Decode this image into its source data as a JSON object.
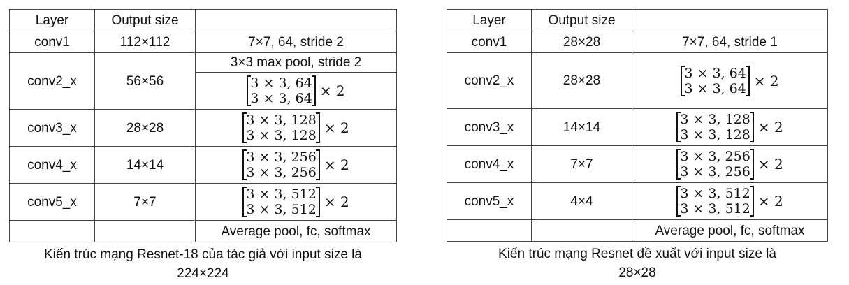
{
  "left": {
    "header": {
      "layer": "Layer",
      "output": "Output size",
      "spec": ""
    },
    "rows": {
      "conv1": {
        "layer": "conv1",
        "output": "112×112",
        "spec": "7×7, 64, stride 2"
      },
      "conv2": {
        "layer": "conv2_x",
        "output": "56×56",
        "pool": "3×3 max pool, stride 2",
        "line1": "3 × 3, 64",
        "line2": "3 × 3, 64",
        "mult": "× 2"
      },
      "conv3": {
        "layer": "conv3_x",
        "output": "28×28",
        "line1": "3 × 3, 128",
        "line2": "3 × 3, 128",
        "mult": "× 2"
      },
      "conv4": {
        "layer": "conv4_x",
        "output": "14×14",
        "line1": "3 × 3, 256",
        "line2": "3 × 3, 256",
        "mult": "× 2"
      },
      "conv5": {
        "layer": "conv5_x",
        "output": "7×7",
        "line1": "3 × 3, 512",
        "line2": "3 × 3, 512",
        "mult": "× 2"
      },
      "final": {
        "spec": "Average pool, fc, softmax"
      }
    },
    "caption_line1": "Kiến trúc mạng Resnet-18 của tác giả với input size là",
    "caption_line2": "224×224"
  },
  "right": {
    "header": {
      "layer": "Layer",
      "output": "Output size",
      "spec": ""
    },
    "rows": {
      "conv1": {
        "layer": "conv1",
        "output": "28×28",
        "spec": "7×7, 64, stride 1"
      },
      "conv2": {
        "layer": "conv2_x",
        "output": "28×28",
        "line1": "3 × 3, 64",
        "line2": "3 × 3, 64",
        "mult": "× 2"
      },
      "conv3": {
        "layer": "conv3_x",
        "output": "14×14",
        "line1": "3 × 3, 128",
        "line2": "3 × 3, 128",
        "mult": "× 2"
      },
      "conv4": {
        "layer": "conv4_x",
        "output": "7×7",
        "line1": "3 × 3, 256",
        "line2": "3 × 3, 256",
        "mult": "× 2"
      },
      "conv5": {
        "layer": "conv5_x",
        "output": "4×4",
        "line1": "3 × 3, 512",
        "line2": "3 × 3, 512",
        "mult": "× 2"
      },
      "final": {
        "spec": "Average pool, fc, softmax"
      }
    },
    "caption_line1": "Kiến trúc mạng Resnet đề xuất với input size là",
    "caption_line2": "28×28"
  }
}
